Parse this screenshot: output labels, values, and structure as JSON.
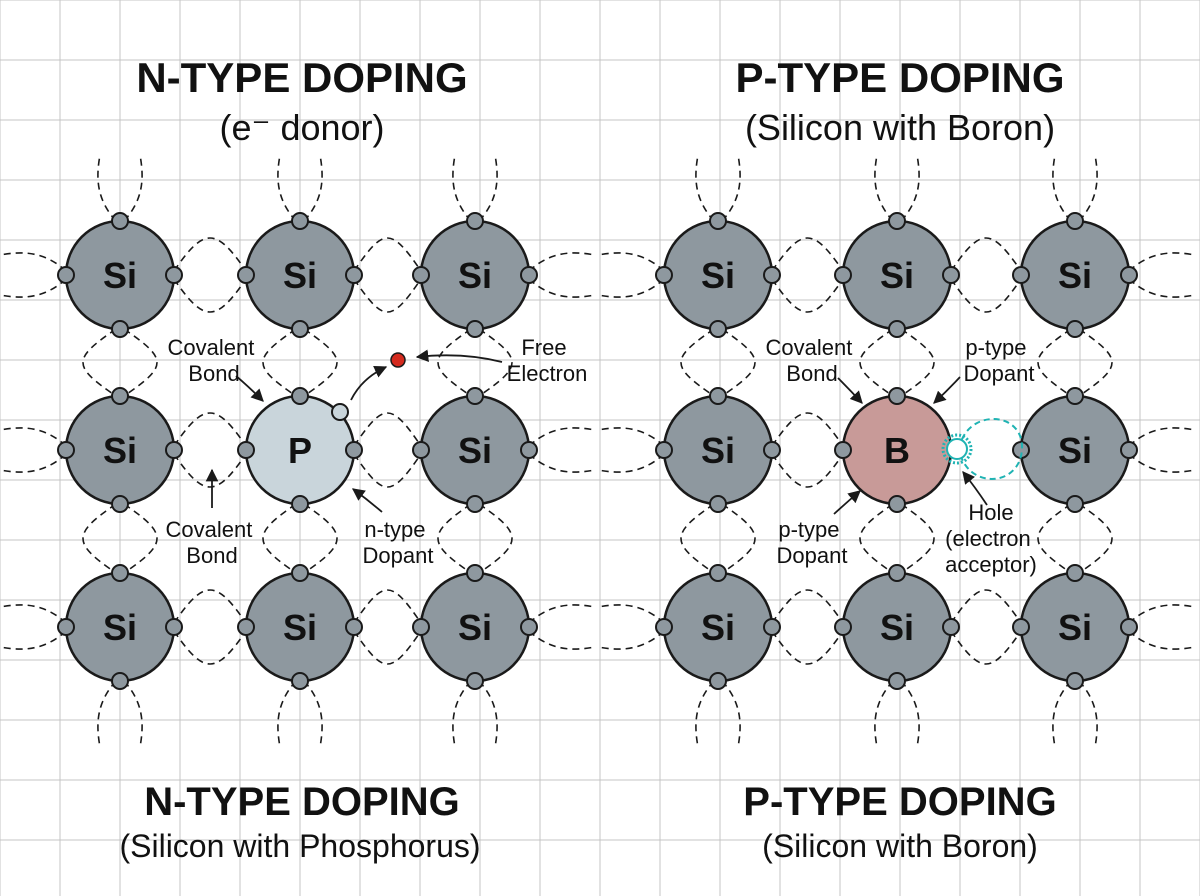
{
  "colors": {
    "background": "#ffffff",
    "grid": "#c4c4c4",
    "silicon_fill": "#8e989f",
    "phosphorus_fill": "#c9d5db",
    "boron_fill": "#c89a98",
    "outline": "#1a1a1a",
    "free_electron": "#d42a1e",
    "hole_color": "#1fb3b3",
    "hole_label": "#166a66"
  },
  "left_panel": {
    "title": "N-TYPE DOPING",
    "subtitle": "(e⁻ donor)",
    "bottom_title": "N-TYPE DOPING",
    "bottom_subtitle": "(Silicon with Phosphorus)",
    "atoms": [
      {
        "symbol": "Si",
        "kind": "silicon"
      },
      {
        "symbol": "Si",
        "kind": "silicon"
      },
      {
        "symbol": "Si",
        "kind": "silicon"
      },
      {
        "symbol": "Si",
        "kind": "silicon"
      },
      {
        "symbol": "P",
        "kind": "dopant"
      },
      {
        "symbol": "Si",
        "kind": "silicon"
      },
      {
        "symbol": "Si",
        "kind": "silicon"
      },
      {
        "symbol": "Si",
        "kind": "silicon"
      },
      {
        "symbol": "Si",
        "kind": "silicon"
      }
    ],
    "labels": {
      "covalent_bond_top": [
        "Covalent",
        "Bond"
      ],
      "free_electron": [
        "Free",
        "Electron"
      ],
      "covalent_bond_bottom": [
        "Covalent",
        "Bond"
      ],
      "dopant": [
        "n-type",
        "Dopant"
      ]
    }
  },
  "right_panel": {
    "title": "P-TYPE DOPING",
    "subtitle": "(Silicon with Boron)",
    "bottom_title": "P-TYPE DOPING",
    "bottom_subtitle": "(Silicon with Boron)",
    "atoms": [
      {
        "symbol": "Si",
        "kind": "silicon"
      },
      {
        "symbol": "Si",
        "kind": "silicon"
      },
      {
        "symbol": "Si",
        "kind": "silicon"
      },
      {
        "symbol": "Si",
        "kind": "silicon"
      },
      {
        "symbol": "B",
        "kind": "dopant"
      },
      {
        "symbol": "Si",
        "kind": "silicon"
      },
      {
        "symbol": "Si",
        "kind": "silicon"
      },
      {
        "symbol": "Si",
        "kind": "silicon"
      },
      {
        "symbol": "Si",
        "kind": "silicon"
      }
    ],
    "labels": {
      "covalent_bond": [
        "Covalent",
        "Bond"
      ],
      "dopant_top": [
        "p-type",
        "Dopant"
      ],
      "dopant_bottom": [
        "p-type",
        "Dopant"
      ],
      "hole": "Hole",
      "hole_desc": [
        "(electron",
        "acceptor)"
      ]
    }
  }
}
